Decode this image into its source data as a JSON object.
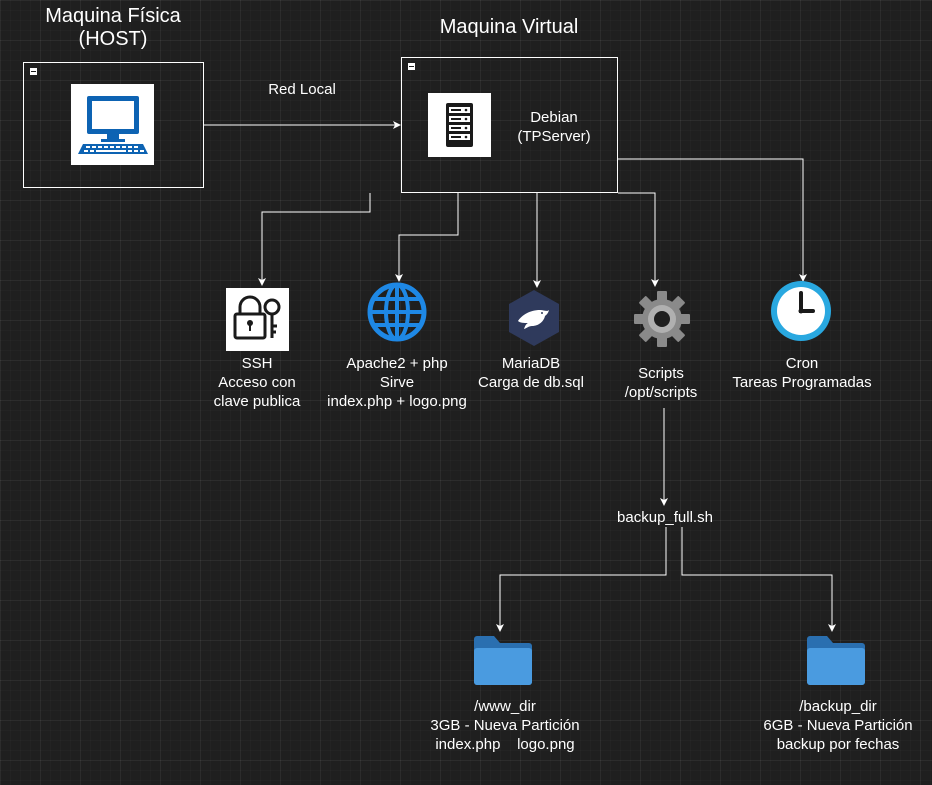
{
  "host": {
    "title_line1": "Maquina Física",
    "title_line2": "(HOST)",
    "icon": "computer-monitor-icon"
  },
  "vm": {
    "title": "Maquina Virtual",
    "server_name_line1": "Debian",
    "server_name_line2": "(TPServer)",
    "icon": "server-rack-icon"
  },
  "link": {
    "label": "Red Local"
  },
  "services": {
    "ssh": {
      "icon": "padlock-key-icon",
      "line1": "SSH",
      "line2": "Acceso con",
      "line3": "clave publica"
    },
    "apache": {
      "icon": "globe-icon",
      "line1": "Apache2 + php",
      "line2": "Sirve",
      "line3": "index.php + logo.png"
    },
    "mariadb": {
      "icon": "mariadb-seal-icon",
      "line1": "MariaDB",
      "line2": "Carga de db.sql"
    },
    "scripts": {
      "icon": "gear-icon",
      "line1": "Scripts",
      "line2": "/opt/scripts"
    },
    "cron": {
      "icon": "clock-icon",
      "line1": "Cron",
      "line2": "Tareas Programadas"
    }
  },
  "backup_script": {
    "label": "backup_full.sh"
  },
  "folders": {
    "www": {
      "icon": "folder-icon",
      "line1": "/www_dir",
      "line2": "3GB - Nueva Partición",
      "line3": "index.php    logo.png"
    },
    "backup": {
      "icon": "folder-icon",
      "line1": "/backup_dir",
      "line2": "6GB - Nueva Partición",
      "line3": "backup por fechas"
    }
  },
  "colors": {
    "background": "#1f1f1f",
    "line": "#ffffff",
    "monitor_blue": "#0d63b3",
    "globe_blue": "#1e88e5",
    "mariadb_navy": "#2f3a5c",
    "gear_grey": "#8a8a8a",
    "clock_blue": "#29a8e0",
    "folder_blue": "#3d8fd6"
  }
}
